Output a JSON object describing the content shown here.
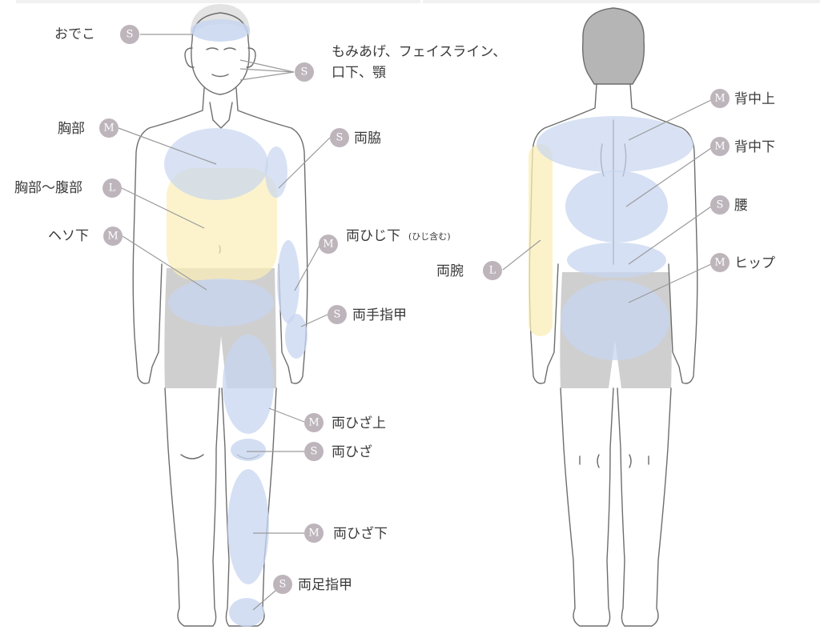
{
  "colors": {
    "region_blue": "#c8d6f0",
    "region_yellow": "#fbeeb8",
    "shorts_gray": "#c7c7c7",
    "hair_gray": "#b5b5b5",
    "badge": "#bdb5bb",
    "label_text": "#3a3a3a"
  },
  "front": {
    "labels": {
      "forehead": "おでこ",
      "face_line1": "もみあげ、フェイスライン、",
      "face_line2": "口下、顎",
      "chest": "胸部",
      "underarms": "両脇",
      "chest_abdomen": "胸部〜腹部",
      "below_navel": "ヘソ下",
      "forearms": "両ひじ下",
      "forearms_note": "(ひじ含む)",
      "fingers": "両手指甲",
      "above_knees": "両ひざ上",
      "knees": "両ひざ",
      "below_knees": "両ひざ下",
      "toes": "両足指甲"
    },
    "badges": {
      "forehead": "S",
      "face": "S",
      "chest": "M",
      "underarms": "S",
      "chest_abdomen": "L",
      "below_navel": "M",
      "forearms": "M",
      "fingers": "S",
      "above_knees": "M",
      "knees": "S",
      "below_knees": "M",
      "toes": "S"
    }
  },
  "back": {
    "labels": {
      "upper_back": "背中上",
      "lower_back": "背中下",
      "waist": "腰",
      "arms": "両腕",
      "hips": "ヒップ"
    },
    "badges": {
      "upper_back": "M",
      "lower_back": "M",
      "waist": "S",
      "arms": "L",
      "hips": "M"
    }
  }
}
